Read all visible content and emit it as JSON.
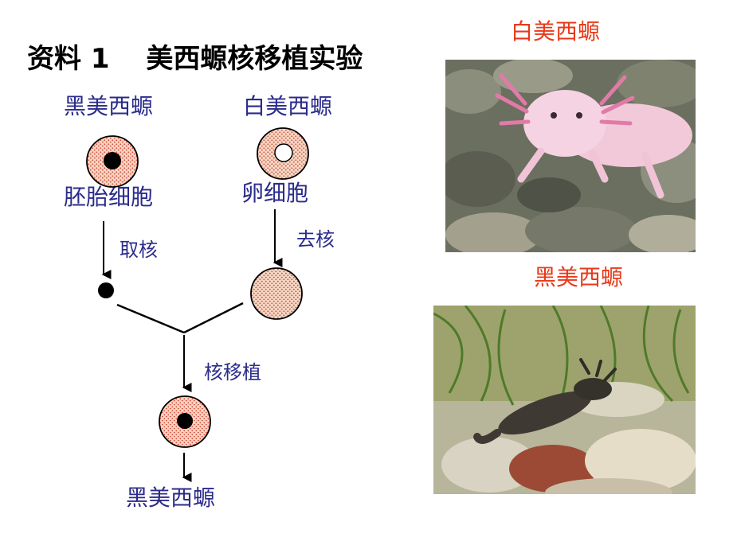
{
  "title": "资料 1　 美西螈核移植实验",
  "diagram": {
    "left_species": "黑美西螈",
    "right_species": "白美西螈",
    "left_cell": "胚胎细胞",
    "right_cell": "卵细胞",
    "step_take_nucleus": "取核",
    "step_remove_nucleus": "去核",
    "step_transplant": "核移植",
    "result": "黑美西螈"
  },
  "photos": {
    "top_caption": "白美西螈",
    "bottom_caption": "黑美西螈"
  },
  "colors": {
    "label_blue": "#2b2b8c",
    "caption_red": "#e8391a",
    "cell_fill": "#f4d7c4",
    "cell_dots": "#d44a3a"
  }
}
